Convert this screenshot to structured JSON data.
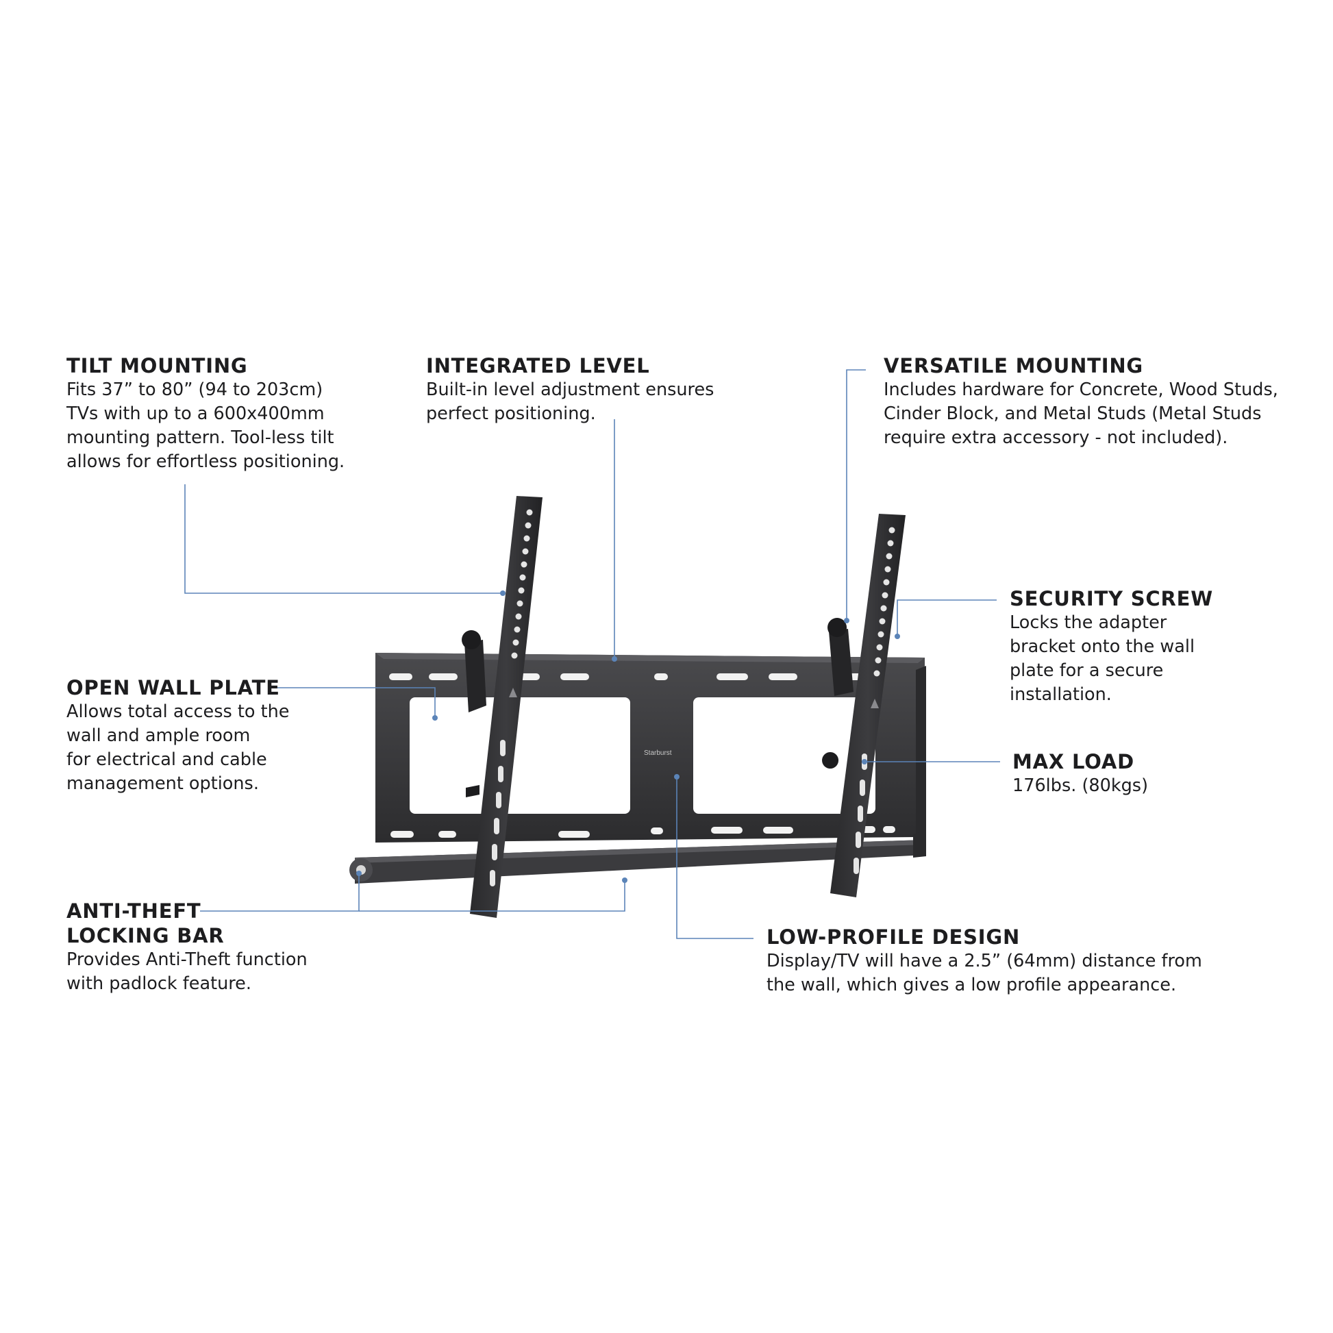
{
  "brand": {
    "logo_text": "Starburst"
  },
  "colors": {
    "callout": "#5b84b8",
    "steel": "#3a3a3c",
    "steel_dark": "#1f1f21",
    "steel_light": "#5a5a5e",
    "slot": "#f2f2f2"
  },
  "features": {
    "tilt_mounting": {
      "title": "TILT MOUNTING",
      "text": "Fits 37” to 80” (94 to 203cm)\nTVs with up to a 600x400mm\nmounting pattern. Tool-less tilt\nallows for effortless positioning."
    },
    "integrated_level": {
      "title": "INTEGRATED LEVEL",
      "text": "Built-in level adjustment ensures\nperfect positioning."
    },
    "versatile_mounting": {
      "title": "VERSATILE MOUNTING",
      "text": "Includes hardware for Concrete, Wood Studs,\nCinder Block, and Metal Studs (Metal Studs\nrequire extra accessory - not included)."
    },
    "security_screw": {
      "title": "SECURITY SCREW",
      "text": "Locks the adapter\nbracket onto the wall\nplate for a secure\ninstallation."
    },
    "open_wall_plate": {
      "title": "OPEN WALL PLATE",
      "text": "Allows total access to the\nwall and ample room\nfor electrical and cable\nmanagement options."
    },
    "max_load": {
      "title": "MAX LOAD",
      "text": "176lbs. (80kgs)"
    },
    "anti_theft": {
      "title": "ANTI-THEFT\nLOCKING BAR",
      "text": "Provides Anti-Theft function\nwith padlock feature."
    },
    "low_profile": {
      "title": "LOW-PROFILE DESIGN",
      "text": "Display/TV will have a 2.5” (64mm) distance from\nthe wall, which gives a low profile appearance."
    }
  }
}
